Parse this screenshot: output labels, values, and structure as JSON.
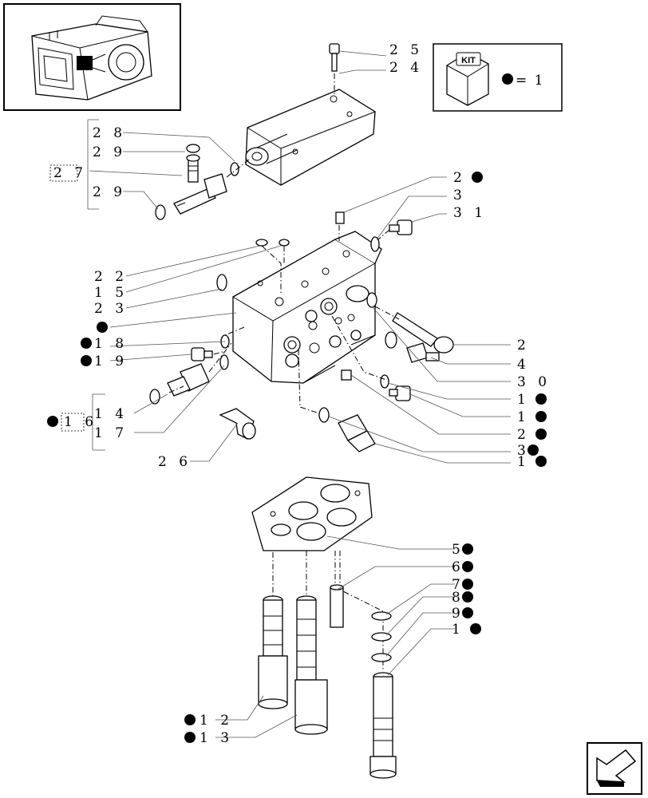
{
  "kit_legend": {
    "tag": "KIT",
    "equals_text": "= 1"
  },
  "labels": {
    "l25": "2 5",
    "l24": "2 4",
    "l28": "2 8",
    "l29a": "2 9",
    "l27": "2 7",
    "l29b": "2 9",
    "l20": "2 0",
    "l3a": "3",
    "l31": "3 1",
    "l22": "2 2",
    "l15": "1 5",
    "l23": "2 3",
    "l18a": "1 8",
    "l19a": "1 9",
    "l14": "1 4",
    "l16": "1 6",
    "l17": "1 7",
    "l26": "2 6",
    "l2": "2",
    "l4": "4",
    "l30": "3 0",
    "l18b": "1 8",
    "l19b": "1 9",
    "l21": "2 1",
    "l3b": "3",
    "l11": "1 1",
    "l5": "5",
    "l6": "6",
    "l7": "7",
    "l8": "8",
    "l9": "9",
    "l10": "1 0",
    "l12": "1 2",
    "l13": "1 3"
  },
  "colors": {
    "ink": "#000000",
    "leader": "#555555",
    "paper": "#ffffff"
  },
  "icons": {
    "thumbnail": "gearbox-thumbnail-icon",
    "nav": "next-page-arrow-icon",
    "kit": "kit-box-icon"
  }
}
